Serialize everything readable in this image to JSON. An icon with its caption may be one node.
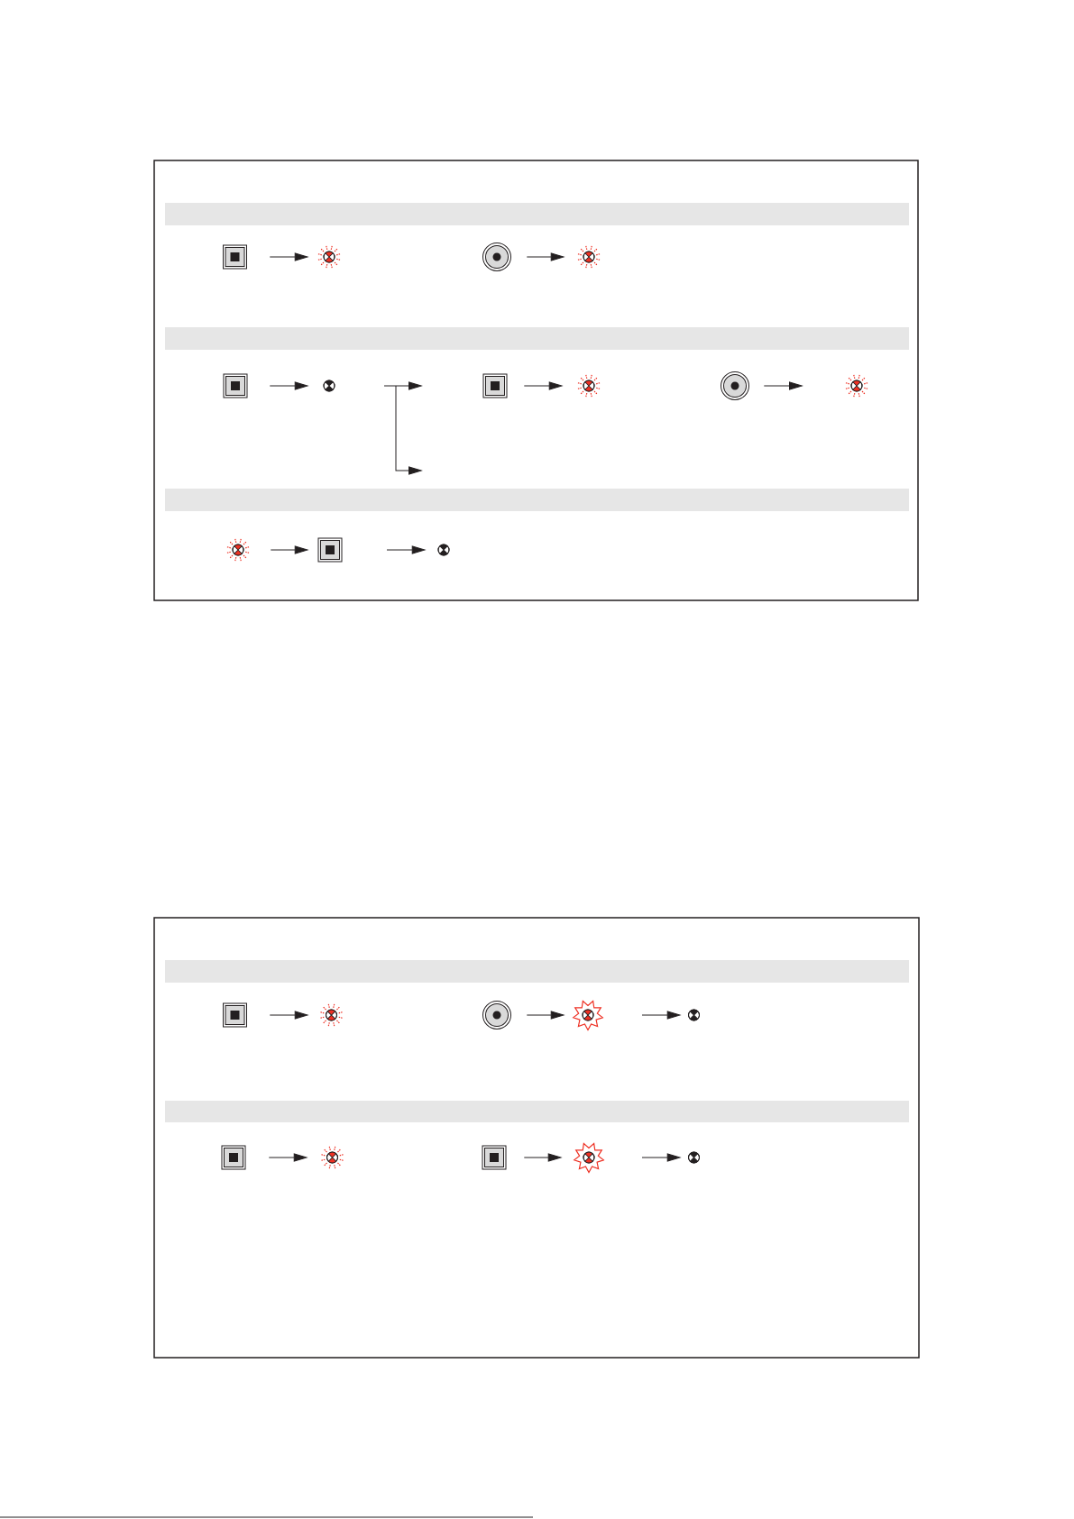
{
  "diagram": {
    "nodes": [
      {
        "text": [],
        "shape": "picture"
      },
      {
        "text": [],
        "shape": "picture"
      },
      {
        "text": [],
        "shape": "picture"
      },
      {
        "text": [],
        "shape": "picture"
      },
      {
        "text": [],
        "shape": "picture"
      },
      {
        "text": [],
        "shape": "picture"
      },
      {
        "text": [],
        "shape": "picture"
      },
      {
        "text": [],
        "shape": "picture"
      },
      {
        "text": [],
        "shape": "picture"
      },
      {
        "text": [],
        "shape": "picture"
      },
      {
        "text": [],
        "shape": "picture"
      },
      {
        "text": [],
        "shape": "picture"
      },
      {
        "text": [],
        "shape": "picture"
      },
      {
        "text": [],
        "shape": "picture"
      },
      {
        "text": [],
        "shape": "picture"
      },
      {
        "text": [],
        "shape": "picture"
      },
      {
        "text": [],
        "shape": "picture"
      },
      {
        "text": [],
        "shape": "picture"
      },
      {
        "text": [],
        "shape": "picture"
      },
      {
        "text": [],
        "shape": "picture"
      },
      {
        "text": [],
        "shape": "picture"
      },
      {
        "text": [],
        "shape": "picture"
      },
      {
        "text": [],
        "shape": "picture"
      }
    ],
    "edges": [
      {
        "from": 0,
        "to": 1,
        "arrow": "to"
      },
      {
        "from": 2,
        "to": 3,
        "arrow": "to"
      },
      {
        "from": 4,
        "to": 5,
        "arrow": "to"
      },
      {
        "from": 6,
        "to": 7,
        "arrow": "to"
      },
      {
        "from": 8,
        "to": null,
        "arrow": "to"
      },
      {
        "from": 10,
        "to": 11,
        "arrow": "to"
      },
      {
        "from": null,
        "to": 12,
        "arrow": "to"
      },
      {
        "from": 13,
        "to": 14,
        "arrow": "to"
      },
      {
        "from": 15,
        "to": 16,
        "arrow": "to"
      },
      {
        "from": null,
        "to": 17,
        "arrow": "to"
      },
      {
        "from": 18,
        "to": 19,
        "arrow": "to"
      },
      {
        "from": 20,
        "to": 21,
        "arrow": "to"
      },
      {
        "from": null,
        "to": 22,
        "arrow": "to"
      }
    ]
  }
}
